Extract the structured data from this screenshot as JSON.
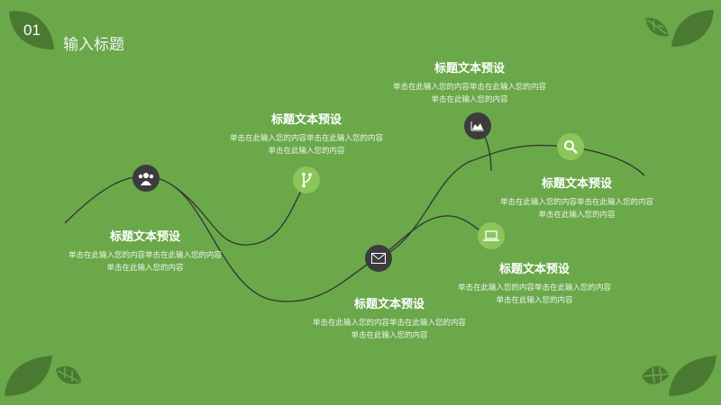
{
  "slide": {
    "number": "01",
    "title": "输入标题"
  },
  "items": [
    {
      "title": "标题文本预设",
      "desc": "单击在此输入您的内容单击在此输入您的内容单击在此输入您的内容",
      "icon": "people-icon"
    },
    {
      "title": "标题文本预设",
      "desc": "单击在此输入您的内容单击在此输入您的内容单击在此输入您的内容",
      "icon": "branch-icon"
    },
    {
      "title": "标题文本预设",
      "desc": "单击在此输入您的内容单击在此输入您的内容单击在此输入您的内容",
      "icon": "envelope-icon"
    },
    {
      "title": "标题文本预设",
      "desc": "单击在此输入您的内容单击在此输入您的内容单击在此输入您的内容",
      "icon": "chart-icon"
    },
    {
      "title": "标题文本预设",
      "desc": "单击在此输入您的内容单击在此输入您的内容单击在此输入您的内容",
      "icon": "laptop-icon"
    },
    {
      "title": "标题文本预设",
      "desc": "单击在此输入您的内容单击在此输入您的内容单击在此输入您的内容",
      "icon": "search-icon"
    }
  ],
  "colors": {
    "background": "#6aa84a",
    "leaf": "#4a7a32",
    "dark_node": "#3c3c3c",
    "light_node": "#8cc65a"
  }
}
